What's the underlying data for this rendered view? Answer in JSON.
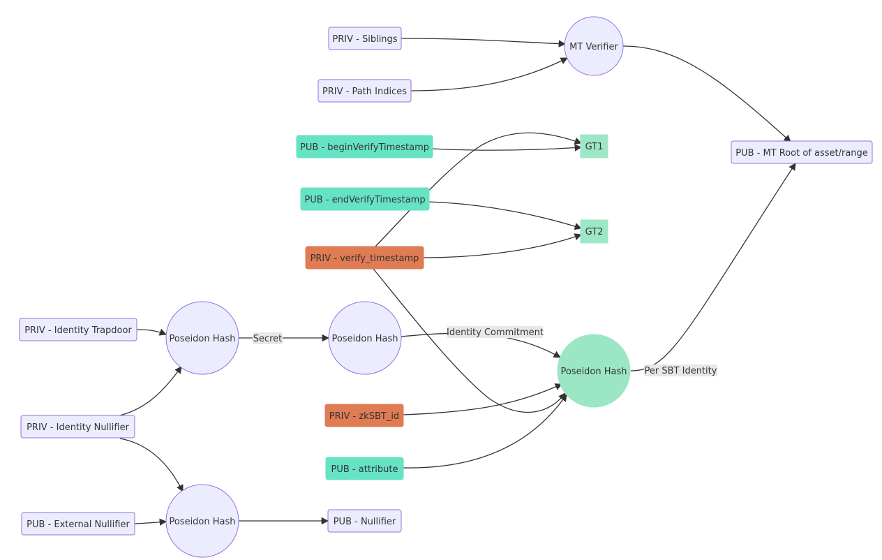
{
  "colors": {
    "default_fill": "#ececff",
    "default_stroke": "#9370db",
    "pub_fill": "#66e3c4",
    "priv_fill": "#e07c54",
    "gate_fill": "#9de7c7",
    "hash_accent_fill": "#9ae6c5",
    "edge": "#333333",
    "label_bg": "#e8e8e8"
  },
  "nodes": {
    "priv_siblings": "PRIV - Siblings",
    "priv_path_indices": "PRIV - Path Indices",
    "mt_verifier": "MT Verifier",
    "pub_mt_root": "PUB - MT Root of asset/range",
    "pub_begin_verify_timestamp": "PUB - beginVerifyTimestamp",
    "gt1": "GT1",
    "pub_end_verify_timestamp": "PUB - endVerifyTimestamp",
    "gt2": "GT2",
    "priv_verify_timestamp": "PRIV - verify_timestamp",
    "priv_identity_trapdoor": "PRIV - Identity Trapdoor",
    "poseidon_hash_secret": "Poseidon Hash",
    "poseidon_hash_commitment": "Poseidon Hash",
    "poseidon_hash_sbt": "Poseidon Hash",
    "priv_identity_nullifier": "PRIV - Identity Nullifier",
    "priv_zksbt_id": "PRIV - zkSBT_id",
    "pub_attribute": "PUB - attribute",
    "pub_external_nullifier": "PUB - External Nullifier",
    "poseidon_hash_nullifier": "Poseidon Hash",
    "pub_nullifier": "PUB - Nullifier"
  },
  "edge_labels": {
    "secret": "Secret",
    "identity_commitment": "Identity Commitment",
    "per_sbt_identity": "Per SBT Identity"
  }
}
